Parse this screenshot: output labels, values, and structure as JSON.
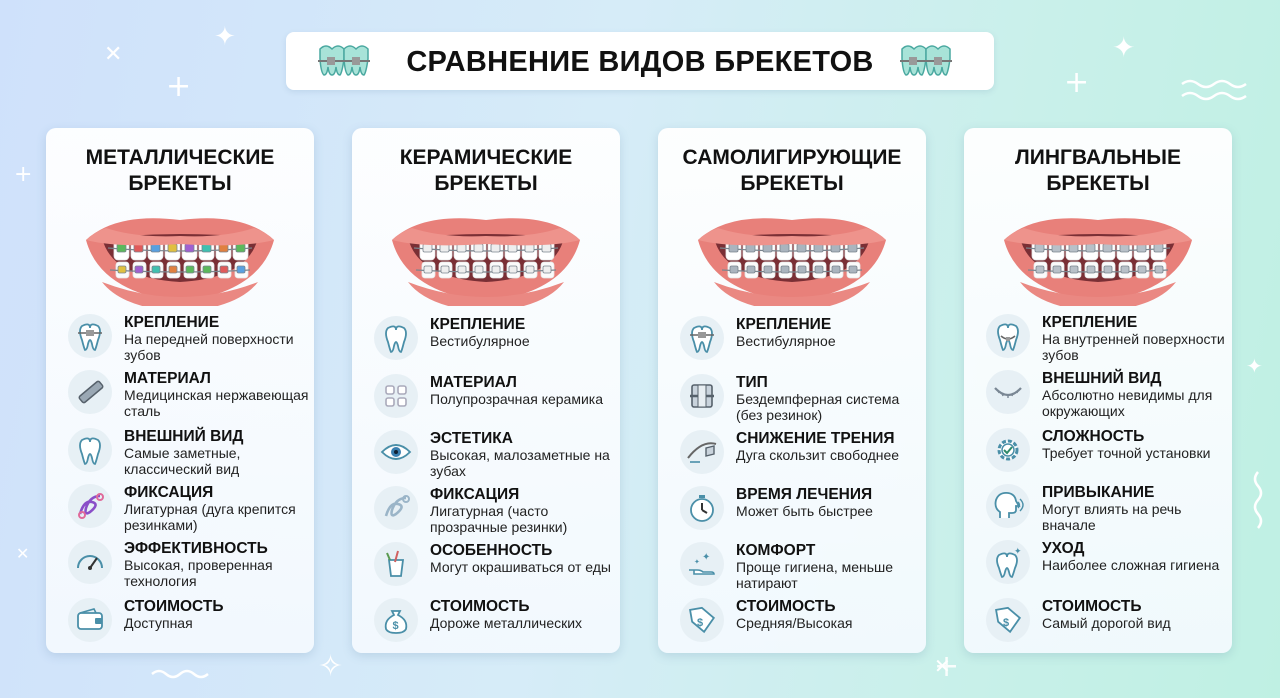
{
  "title": "СРАВНЕНИЕ ВИДОВ БРЕКЕТОВ",
  "colors": {
    "accent_teal": "#4aa8a0",
    "gum_pink": "#e8807a",
    "icon_bg": "#e7f0f5",
    "text": "#111111"
  },
  "cards": [
    {
      "title_line1": "МЕТАЛЛИЧЕСКИЕ",
      "title_line2": "БРЕКЕТЫ",
      "features": [
        {
          "label": "КРЕПЛЕНИЕ",
          "value": "На передней поверхности зубов",
          "icon": "tooth-brace-icon"
        },
        {
          "label": "МАТЕРИАЛ",
          "value": "Медицинская нержавеющая сталь",
          "icon": "steel-bar-icon"
        },
        {
          "label": "ВНЕШНИЙ ВИД",
          "value": "Самые заметные, классический вид",
          "icon": "tooth-icon"
        },
        {
          "label": "ФИКСАЦИЯ",
          "value": "Лигатурная (дуга крепится резинками)",
          "icon": "ligature-icon"
        },
        {
          "label": "ЭФФЕКТИВНОСТЬ",
          "value": "Высокая, проверенная технология",
          "icon": "gauge-icon"
        },
        {
          "label": "СТОИМОСТЬ",
          "value": "Доступная",
          "icon": "wallet-icon"
        }
      ]
    },
    {
      "title_line1": "КЕРАМИЧЕСКИЕ",
      "title_line2": "БРЕКЕТЫ",
      "features": [
        {
          "label": "КРЕПЛЕНИЕ",
          "value": "Вестибулярное",
          "icon": "tooth-icon"
        },
        {
          "label": "МАТЕРИАЛ",
          "value": "Полупрозрачная керамика",
          "icon": "ceramic-icon"
        },
        {
          "label": "ЭСТЕТИКА",
          "value": "Высокая, малозаметные на зубах",
          "icon": "eye-icon"
        },
        {
          "label": "ФИКСАЦИЯ",
          "value": "Лигатурная (часто прозрачные резинки)",
          "icon": "clear-ligature-icon"
        },
        {
          "label": "ОСОБЕННОСТЬ",
          "value": "Могут окрашиваться от еды",
          "icon": "cup-icon"
        },
        {
          "label": "СТОИМОСТЬ",
          "value": "Дороже металлических",
          "icon": "money-bag-icon"
        }
      ]
    },
    {
      "title_line1": "САМОЛИГИРУЮЩИЕ",
      "title_line2": "БРЕКЕТЫ",
      "features": [
        {
          "label": "КРЕПЛЕНИЕ",
          "value": "Вестибулярное",
          "icon": "tooth-brace-icon"
        },
        {
          "label": "ТИП",
          "value": "Бездемпферная система (без резинок)",
          "icon": "bracket-icon"
        },
        {
          "label": "СНИЖЕНИЕ ТРЕНИЯ",
          "value": "Дуга скользит свободнее",
          "icon": "archwire-icon"
        },
        {
          "label": "ВРЕМЯ ЛЕЧЕНИЯ",
          "value": "Может быть быстрее",
          "icon": "stopwatch-icon"
        },
        {
          "label": "КОМФОРТ",
          "value": "Проще гигиена, меньше натирают",
          "icon": "hand-sparkle-icon"
        },
        {
          "label": "СТОИМОСТЬ",
          "value": "Средняя/Высокая",
          "icon": "price-tag-icon"
        }
      ]
    },
    {
      "title_line1": "ЛИНГВАЛЬНЫЕ",
      "title_line2": "БРЕКЕТЫ",
      "features": [
        {
          "label": "КРЕПЛЕНИЕ",
          "value": "На внутренней поверхности зубов",
          "icon": "tooth-inner-icon"
        },
        {
          "label": "ВНЕШНИЙ ВИД",
          "value": "Абсолютно невидимы для окружающих",
          "icon": "smile-arc-icon"
        },
        {
          "label": "СЛОЖНОСТЬ",
          "value": "Требует точной установки",
          "icon": "gear-check-icon"
        },
        {
          "label": "ПРИВЫКАНИЕ",
          "value": "Могут влиять на речь вначале",
          "icon": "speech-head-icon"
        },
        {
          "label": "УХОД",
          "value": "Наиболее сложная гигиена",
          "icon": "tooth-sparkle-icon"
        },
        {
          "label": "СТОИМОСТЬ",
          "value": "Самый дорогой вид",
          "icon": "price-tag-icon"
        }
      ]
    }
  ]
}
